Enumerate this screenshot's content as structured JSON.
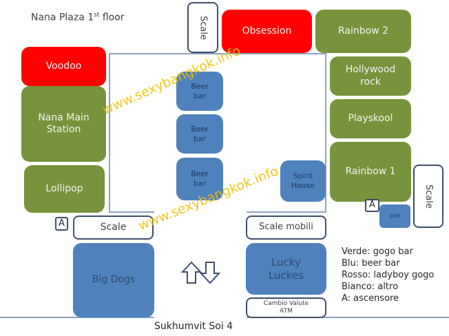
{
  "map": {
    "title_main": "Nana Plaza 1",
    "title_sup": "st",
    "title_end": " floor",
    "street": "Sukhumvit Soi 4",
    "watermark": "www.sexybangkok.info",
    "colors": {
      "gogo_bar": "#77933c",
      "beer_bar": "#4f81bd",
      "ladyboy_gogo": "#ff0000",
      "other": "#ffffff"
    },
    "venues": {
      "voodoo": "Voodoo",
      "nana_main_station": "Nana Main Station",
      "lollipop": "Lollipop",
      "obsession": "Obsession",
      "rainbow2": "Rainbow 2",
      "hollywood_rock": "Hollywood rock",
      "playskool": "Playskool",
      "rainbow1": "Rainbow 1",
      "beer_bar_1": "Beer bar",
      "beer_bar_2": "Beer bar",
      "beer_bar_3": "Beer bar",
      "spirit_house": "Spirit House",
      "lift": "@lift",
      "big_dogs": "Big Dogs",
      "lucky_luckes": "Lucky Luckes",
      "cambio": "Cambio Valute ATM"
    },
    "stairs": {
      "top": "Scale",
      "left": "Scale",
      "right": "Scale",
      "escalator": "Scale mobili"
    },
    "elevator_marker": "A",
    "legend": [
      "Verde: gogo bar",
      "Blu: beer bar",
      "Rosso: ladyboy gogo",
      "Bianco: altro",
      "A: ascensore"
    ]
  }
}
